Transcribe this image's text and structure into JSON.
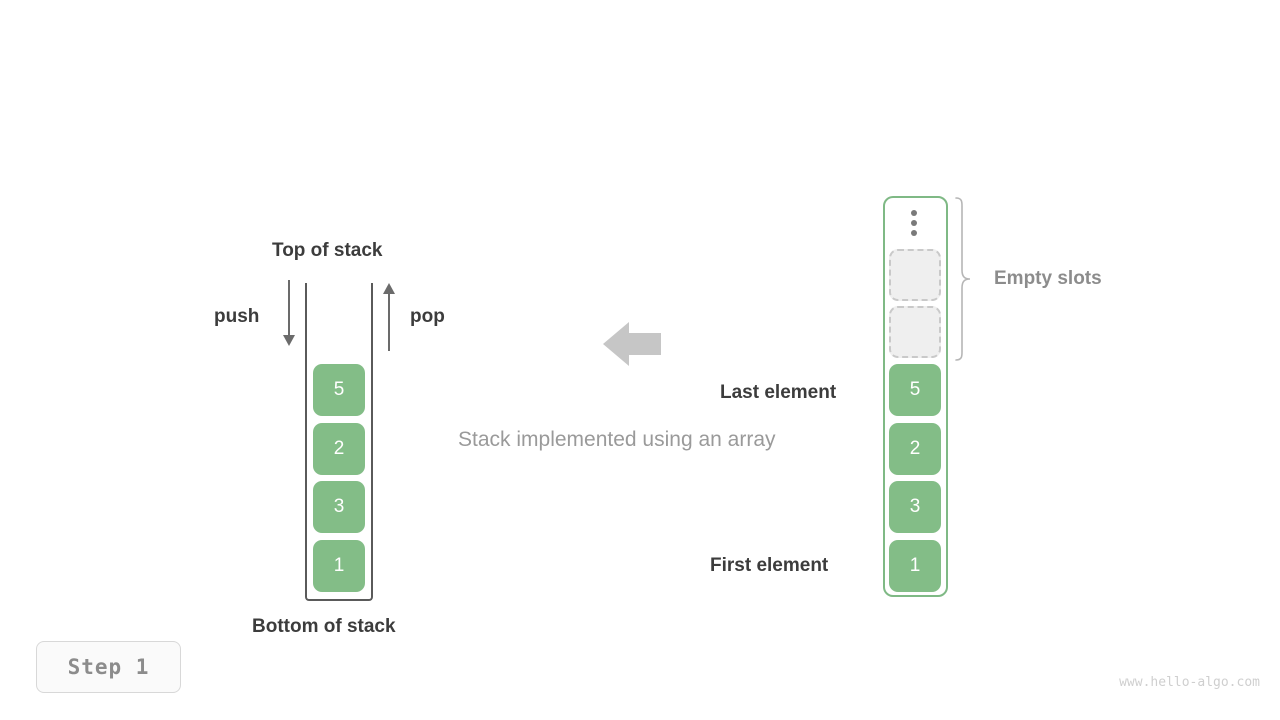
{
  "figure": {
    "caption": "Stack implemented using an array",
    "step_badge": "Step 1",
    "watermark": "www.hello-algo.com",
    "accent_green": "#83bd87",
    "frame_green": "#7fb985",
    "dark_text": "#3c3c3c",
    "gray_text": "#8c8c8c",
    "empty_slot_fill": "#efefef",
    "empty_slot_border": "#c9c9c9",
    "big_arrow_color": "#c6c6c6"
  },
  "left_stack": {
    "top_label": "Top of stack",
    "bottom_label": "Bottom of stack",
    "push_label": "push",
    "pop_label": "pop",
    "push_icon": "arrow-down-icon",
    "pop_icon": "arrow-up-icon",
    "values": [
      "5",
      "2",
      "3",
      "1"
    ]
  },
  "transition": {
    "icon": "arrow-left-icon"
  },
  "right_array": {
    "empty_slots_label": "Empty slots",
    "last_element_label": "Last element",
    "first_element_label": "First element",
    "ellipsis_icon": "vertical-ellipsis-icon",
    "brace_icon": "curly-brace-icon",
    "empty_slot_count": 2,
    "values": [
      "5",
      "2",
      "3",
      "1"
    ]
  }
}
